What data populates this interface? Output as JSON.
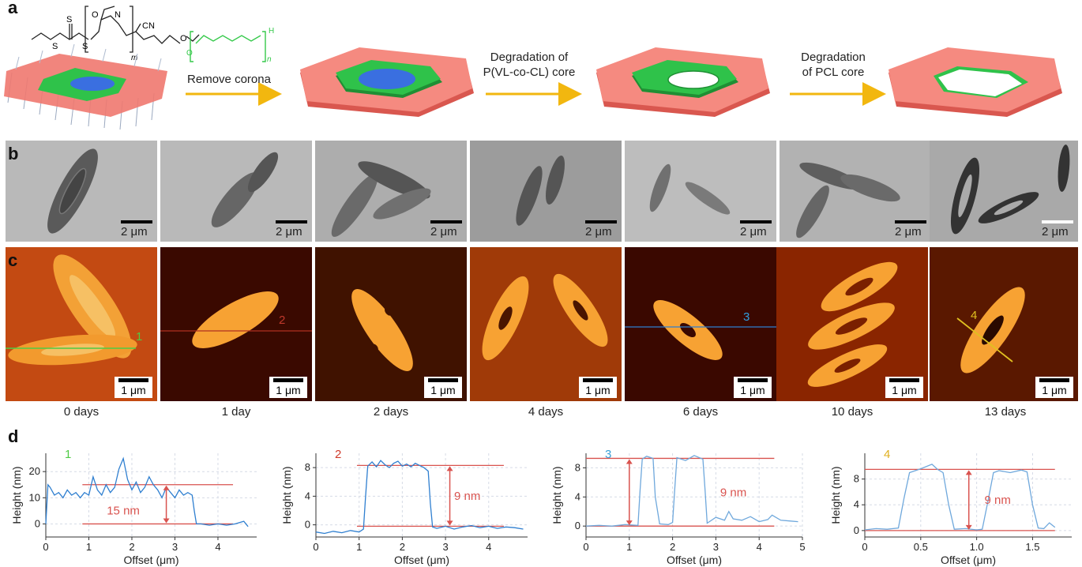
{
  "panels": {
    "a": "a",
    "b": "b",
    "c": "c",
    "d": "d"
  },
  "scheme": {
    "arrow1_label": "Remove corona",
    "arrow2_label_line1": "Degradation of",
    "arrow2_label_line2": "P(VL-co-CL) core",
    "arrow3_label_line1": "Degradation",
    "arrow3_label_line2": "of PCL core",
    "chem_labels": {
      "s1": "S",
      "s2": "S",
      "s3": "S",
      "o1": "O",
      "n": "N",
      "cn": "CN",
      "m": "m",
      "o2": "O",
      "h": "H",
      "n_sub": "n",
      "o3": "O"
    },
    "colors": {
      "corona": "#f0786f",
      "plate": "#f58a80",
      "plate_edge": "#d9574f",
      "green": "#2fc24a",
      "blue": "#3a6fe0",
      "arrow": "#f2b70f",
      "chem_green": "#35c94a"
    }
  },
  "tem": {
    "scale_label": "2 μm",
    "tiles": [
      {
        "scale": "2 μm"
      },
      {
        "scale": "2 μm"
      },
      {
        "scale": "2 μm"
      },
      {
        "scale": "2 μm"
      },
      {
        "scale": "2 μm"
      },
      {
        "scale": "2 μm"
      },
      {
        "scale": "2 μm"
      }
    ]
  },
  "afm": {
    "tiles": [
      {
        "scale": "1 μm",
        "line_label": "1",
        "line_color": "#4fcb45"
      },
      {
        "scale": "1 μm",
        "line_label": "2",
        "line_color": "#c0392b"
      },
      {
        "scale": "1 μm",
        "line_label": "",
        "line_color": ""
      },
      {
        "scale": "1 μm",
        "line_label": "",
        "line_color": ""
      },
      {
        "scale": "1 μm",
        "line_label": "3",
        "line_color": "#2f7fd0"
      },
      {
        "scale": "1 μm",
        "line_label": "",
        "line_color": ""
      },
      {
        "scale": "1 μm",
        "line_label": "4",
        "line_color": "#e0c020"
      }
    ],
    "days": [
      "0 days",
      "1 day",
      "2 days",
      "4 days",
      "6 days",
      "10 days",
      "13 days"
    ]
  },
  "chart_data": [
    {
      "type": "line",
      "series_label": "1",
      "label_color": "#4fcb45",
      "xlabel": "Offset (μm)",
      "ylabel": "Height (nm)",
      "xticks": [
        0,
        1,
        2,
        3,
        4
      ],
      "yticks": [
        0,
        10,
        20
      ],
      "xlim": [
        0,
        4.9
      ],
      "ylim": [
        -5,
        27
      ],
      "annotation": "15 nm",
      "ref_lines": [
        15,
        0
      ],
      "ref_xrange": [
        0.85,
        4.35
      ],
      "line_color": "#2f7fd0",
      "x": [
        0,
        0.05,
        0.1,
        0.2,
        0.3,
        0.4,
        0.5,
        0.6,
        0.7,
        0.8,
        0.9,
        1.0,
        1.1,
        1.2,
        1.3,
        1.4,
        1.5,
        1.6,
        1.7,
        1.8,
        1.9,
        2.0,
        2.1,
        2.2,
        2.3,
        2.4,
        2.5,
        2.6,
        2.7,
        2.8,
        2.9,
        3.0,
        3.1,
        3.2,
        3.3,
        3.4,
        3.45,
        3.5,
        3.6,
        3.8,
        4.0,
        4.2,
        4.4,
        4.6,
        4.7
      ],
      "y": [
        0,
        15,
        14,
        11,
        12,
        10,
        13,
        11,
        12,
        10,
        12,
        11,
        18,
        13,
        11,
        15,
        12,
        14,
        21,
        25,
        17,
        13,
        16,
        12,
        14,
        18,
        15,
        13,
        10,
        14,
        12,
        10,
        13,
        11,
        12,
        11,
        5,
        0,
        0,
        -0.5,
        0,
        -0.5,
        0,
        1,
        -1
      ]
    },
    {
      "type": "line",
      "series_label": "2",
      "label_color": "#d03a2a",
      "xlabel": "Offset (μm)",
      "ylabel": "Height (nm)",
      "xticks": [
        0,
        1,
        2,
        3,
        4
      ],
      "yticks": [
        0,
        4,
        8
      ],
      "xlim": [
        0,
        4.9
      ],
      "ylim": [
        -1.7,
        10
      ],
      "annotation": "9 nm",
      "ref_lines": [
        8.3,
        -0.2
      ],
      "ref_xrange": [
        0.95,
        4.35
      ],
      "line_color": "#2f7fd0",
      "x": [
        0,
        0.2,
        0.4,
        0.6,
        0.8,
        1.0,
        1.1,
        1.15,
        1.2,
        1.3,
        1.4,
        1.5,
        1.6,
        1.7,
        1.8,
        1.9,
        2.0,
        2.1,
        2.2,
        2.3,
        2.4,
        2.5,
        2.6,
        2.65,
        2.7,
        2.8,
        3.0,
        3.2,
        3.4,
        3.6,
        3.8,
        4.0,
        4.2,
        4.4,
        4.6,
        4.8
      ],
      "y": [
        -1.0,
        -1.2,
        -0.9,
        -1.1,
        -0.8,
        -1.0,
        -0.6,
        4,
        8.2,
        8.8,
        8.1,
        9.0,
        8.4,
        8.0,
        8.6,
        8.9,
        8.2,
        8.5,
        8.1,
        8.6,
        8.3,
        8.0,
        7.5,
        3,
        -0.3,
        -0.5,
        -0.2,
        -0.6,
        -0.3,
        -0.1,
        -0.4,
        -0.2,
        -0.5,
        -0.3,
        -0.4,
        -0.6
      ]
    },
    {
      "type": "line",
      "series_label": "3",
      "label_color": "#3aa0d8",
      "xlabel": "Offset (μm)",
      "ylabel": "Height (nm)",
      "xticks": [
        0,
        1,
        2,
        3,
        4,
        5
      ],
      "yticks": [
        0,
        4,
        8
      ],
      "xlim": [
        0,
        5
      ],
      "ylim": [
        -1.5,
        10
      ],
      "annotation": "9 nm",
      "ref_lines": [
        9.3,
        0
      ],
      "ref_xrange": [
        0,
        4.35
      ],
      "line_color": "#6fa8dc",
      "x": [
        0,
        0.3,
        0.6,
        0.9,
        1.2,
        1.25,
        1.3,
        1.4,
        1.55,
        1.6,
        1.7,
        1.9,
        2.0,
        2.05,
        2.1,
        2.3,
        2.5,
        2.7,
        2.75,
        2.8,
        3.0,
        3.2,
        3.3,
        3.4,
        3.6,
        3.8,
        4.0,
        4.2,
        4.3,
        4.5,
        4.7,
        4.9
      ],
      "y": [
        0,
        0.1,
        0,
        0.2,
        0.1,
        5,
        9.2,
        9.6,
        9.3,
        4,
        0.3,
        0.2,
        0.5,
        5,
        9.4,
        9.0,
        9.7,
        9.2,
        5,
        0.4,
        1.2,
        0.8,
        2.0,
        1.0,
        0.8,
        1.3,
        0.6,
        0.9,
        1.5,
        0.8,
        0.7,
        0.6
      ]
    },
    {
      "type": "line",
      "series_label": "4",
      "label_color": "#e0b020",
      "xlabel": "Offset (μm)",
      "ylabel": "Height (nm)",
      "xticks": [
        0,
        0.5,
        1.0,
        1.5
      ],
      "ytick_labels": [
        "0",
        "4",
        "8"
      ],
      "xtick_labels": [
        "0",
        "0.5",
        "1.0",
        "1.5"
      ],
      "yticks": [
        0,
        4,
        8
      ],
      "xlim": [
        0,
        1.85
      ],
      "ylim": [
        -1,
        12
      ],
      "annotation": "9 nm",
      "ref_lines": [
        9.5,
        0
      ],
      "ref_xrange": [
        0,
        1.7
      ],
      "line_color": "#6fa8dc",
      "x": [
        0,
        0.1,
        0.2,
        0.3,
        0.35,
        0.4,
        0.5,
        0.6,
        0.65,
        0.7,
        0.75,
        0.8,
        0.9,
        1.0,
        1.05,
        1.1,
        1.15,
        1.2,
        1.3,
        1.4,
        1.45,
        1.5,
        1.55,
        1.6,
        1.65,
        1.7
      ],
      "y": [
        0.1,
        0.3,
        0.2,
        0.4,
        5,
        9.0,
        9.6,
        10.3,
        9.5,
        9.0,
        4,
        0.2,
        0.3,
        0.1,
        0.2,
        4.5,
        9.0,
        9.3,
        9.0,
        9.4,
        9.1,
        4,
        0.4,
        0.3,
        1.2,
        0.5
      ]
    }
  ]
}
